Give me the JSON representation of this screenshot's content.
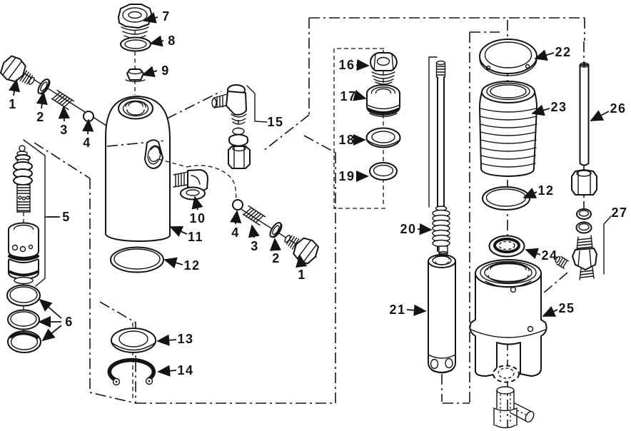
{
  "figure": {
    "kind": "exploded-parts-diagram",
    "line_color": "#141414",
    "background_color": "#ffffff",
    "callouts": [
      {
        "label": "7"
      },
      {
        "label": "8"
      },
      {
        "label": "9"
      },
      {
        "label": "1"
      },
      {
        "label": "2"
      },
      {
        "label": "3"
      },
      {
        "label": "4"
      },
      {
        "label": "5"
      },
      {
        "label": "6"
      },
      {
        "label": "10"
      },
      {
        "label": "11"
      },
      {
        "label": "12"
      },
      {
        "label": "15"
      },
      {
        "label": "4"
      },
      {
        "label": "3"
      },
      {
        "label": "2"
      },
      {
        "label": "1"
      },
      {
        "label": "13"
      },
      {
        "label": "14"
      },
      {
        "label": "16"
      },
      {
        "label": "17"
      },
      {
        "label": "18"
      },
      {
        "label": "19"
      },
      {
        "label": "20"
      },
      {
        "label": "21"
      },
      {
        "label": "22"
      },
      {
        "label": "23"
      },
      {
        "label": "12"
      },
      {
        "label": "26"
      },
      {
        "label": "24"
      },
      {
        "label": "27"
      },
      {
        "label": "25"
      }
    ]
  }
}
